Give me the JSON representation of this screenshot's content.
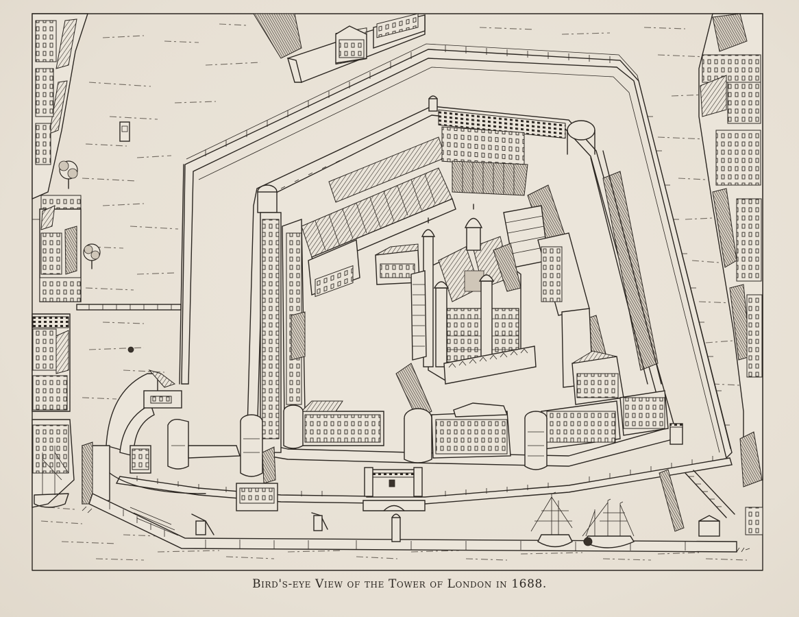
{
  "plate": {
    "caption": "Bird's-eye View of the Tower of London in 1688.",
    "paper_color": "#e9e3d8",
    "ink_color": "#2b2621"
  },
  "illustration": {
    "subject": "Tower of London",
    "year": "1688",
    "features": [
      "outer-curtain-wall",
      "inner-curtain-wall",
      "white-tower-keep",
      "moat",
      "river-thames-wharf",
      "middle-tower-and-barbican",
      "byward-tower",
      "st-thomas-tower-gate",
      "sailing-ships",
      "riverside-crane",
      "surrounding-houses-left",
      "surrounding-houses-right",
      "houses-top",
      "trees"
    ]
  }
}
